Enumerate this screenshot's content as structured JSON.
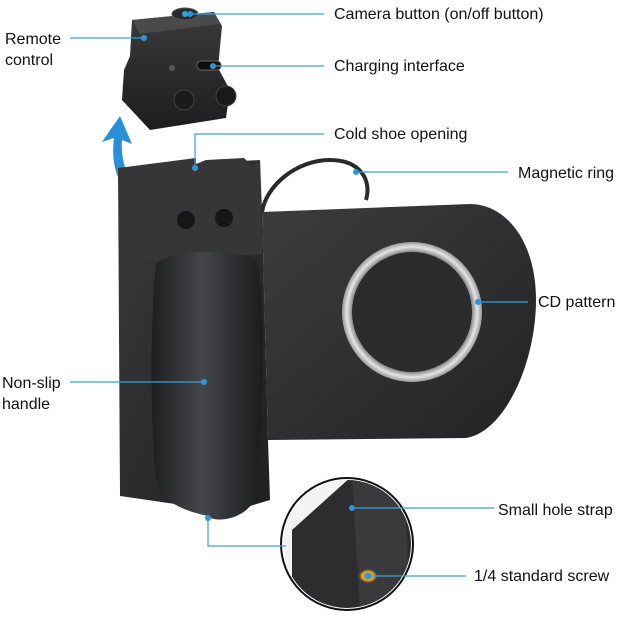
{
  "labels": {
    "camera_button": "Camera button (on/off button)",
    "remote_control": "Remote control",
    "charging_interface": "Charging interface",
    "cold_shoe_opening": "Cold shoe opening",
    "magnetic_ring": "Magnetic ring",
    "cd_pattern": "CD pattern",
    "non_slip_handle": "Non-slip handle",
    "small_hole_strap": "Small hole strap",
    "standard_screw": "1/4 standard screw"
  },
  "colors": {
    "leader_line": "#3aa0d8",
    "dot": "#2f95d6",
    "arrow": "#2a8fd8",
    "device_body": "#2b2b2d",
    "metal_ring": "#c9c9cb",
    "screw_brass": "#c8a040"
  }
}
